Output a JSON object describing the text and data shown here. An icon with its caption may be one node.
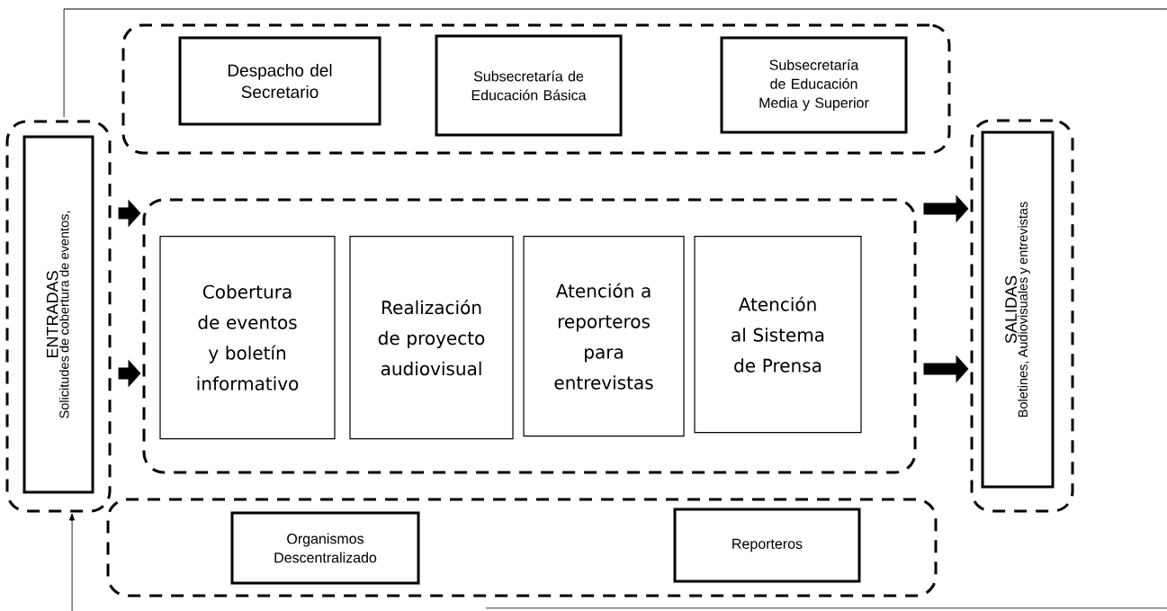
{
  "diagram": {
    "nodes": [
      {
        "text": [],
        "shape": "box"
      },
      {
        "text": [
          "Despacho del Secretario"
        ],
        "in": 0
      },
      {
        "text": [
          "Subsecretaría de Educación Básica"
        ],
        "in": 0
      },
      {
        "text": [
          "Subsecretaría de Educación Media y Superior"
        ],
        "in": 0
      },
      {
        "text": [],
        "shape": "box"
      },
      {
        "text": [
          "ENTRADAS",
          "Solicitudes de cobertura de eventos,"
        ],
        "in": 4
      },
      {
        "text": [],
        "shape": "box"
      },
      {
        "text": [
          "Cobertura de eventos y boletín informativo"
        ],
        "in": 6
      },
      {
        "text": [
          "Realización de proyecto audiovisual"
        ],
        "in": 6
      },
      {
        "text": [
          "Atención a reporteros para entrevistas"
        ],
        "in": 6
      },
      {
        "text": [
          "Atención al Sistema de Prensa"
        ],
        "in": 6
      },
      {
        "text": [],
        "shape": "box"
      },
      {
        "text": [
          "SALIDAS",
          "Boletines, Audiovisuales y entrevistas"
        ],
        "in": 11
      },
      {
        "text": [],
        "shape": "box"
      },
      {
        "text": [
          "Organismos Descentralizado"
        ],
        "in": 13
      },
      {
        "text": [
          "Reporteros"
        ],
        "in": 13
      }
    ],
    "edges": [
      {
        "from": 4,
        "to": 6,
        "arrow": "to"
      },
      {
        "from": 4,
        "to": 6,
        "arrow": "to"
      },
      {
        "from": 6,
        "to": 11,
        "arrow": "to"
      },
      {
        "from": 6,
        "to": 11,
        "arrow": "to"
      },
      {
        "from": null,
        "to": 4,
        "arrow": "to"
      }
    ]
  }
}
